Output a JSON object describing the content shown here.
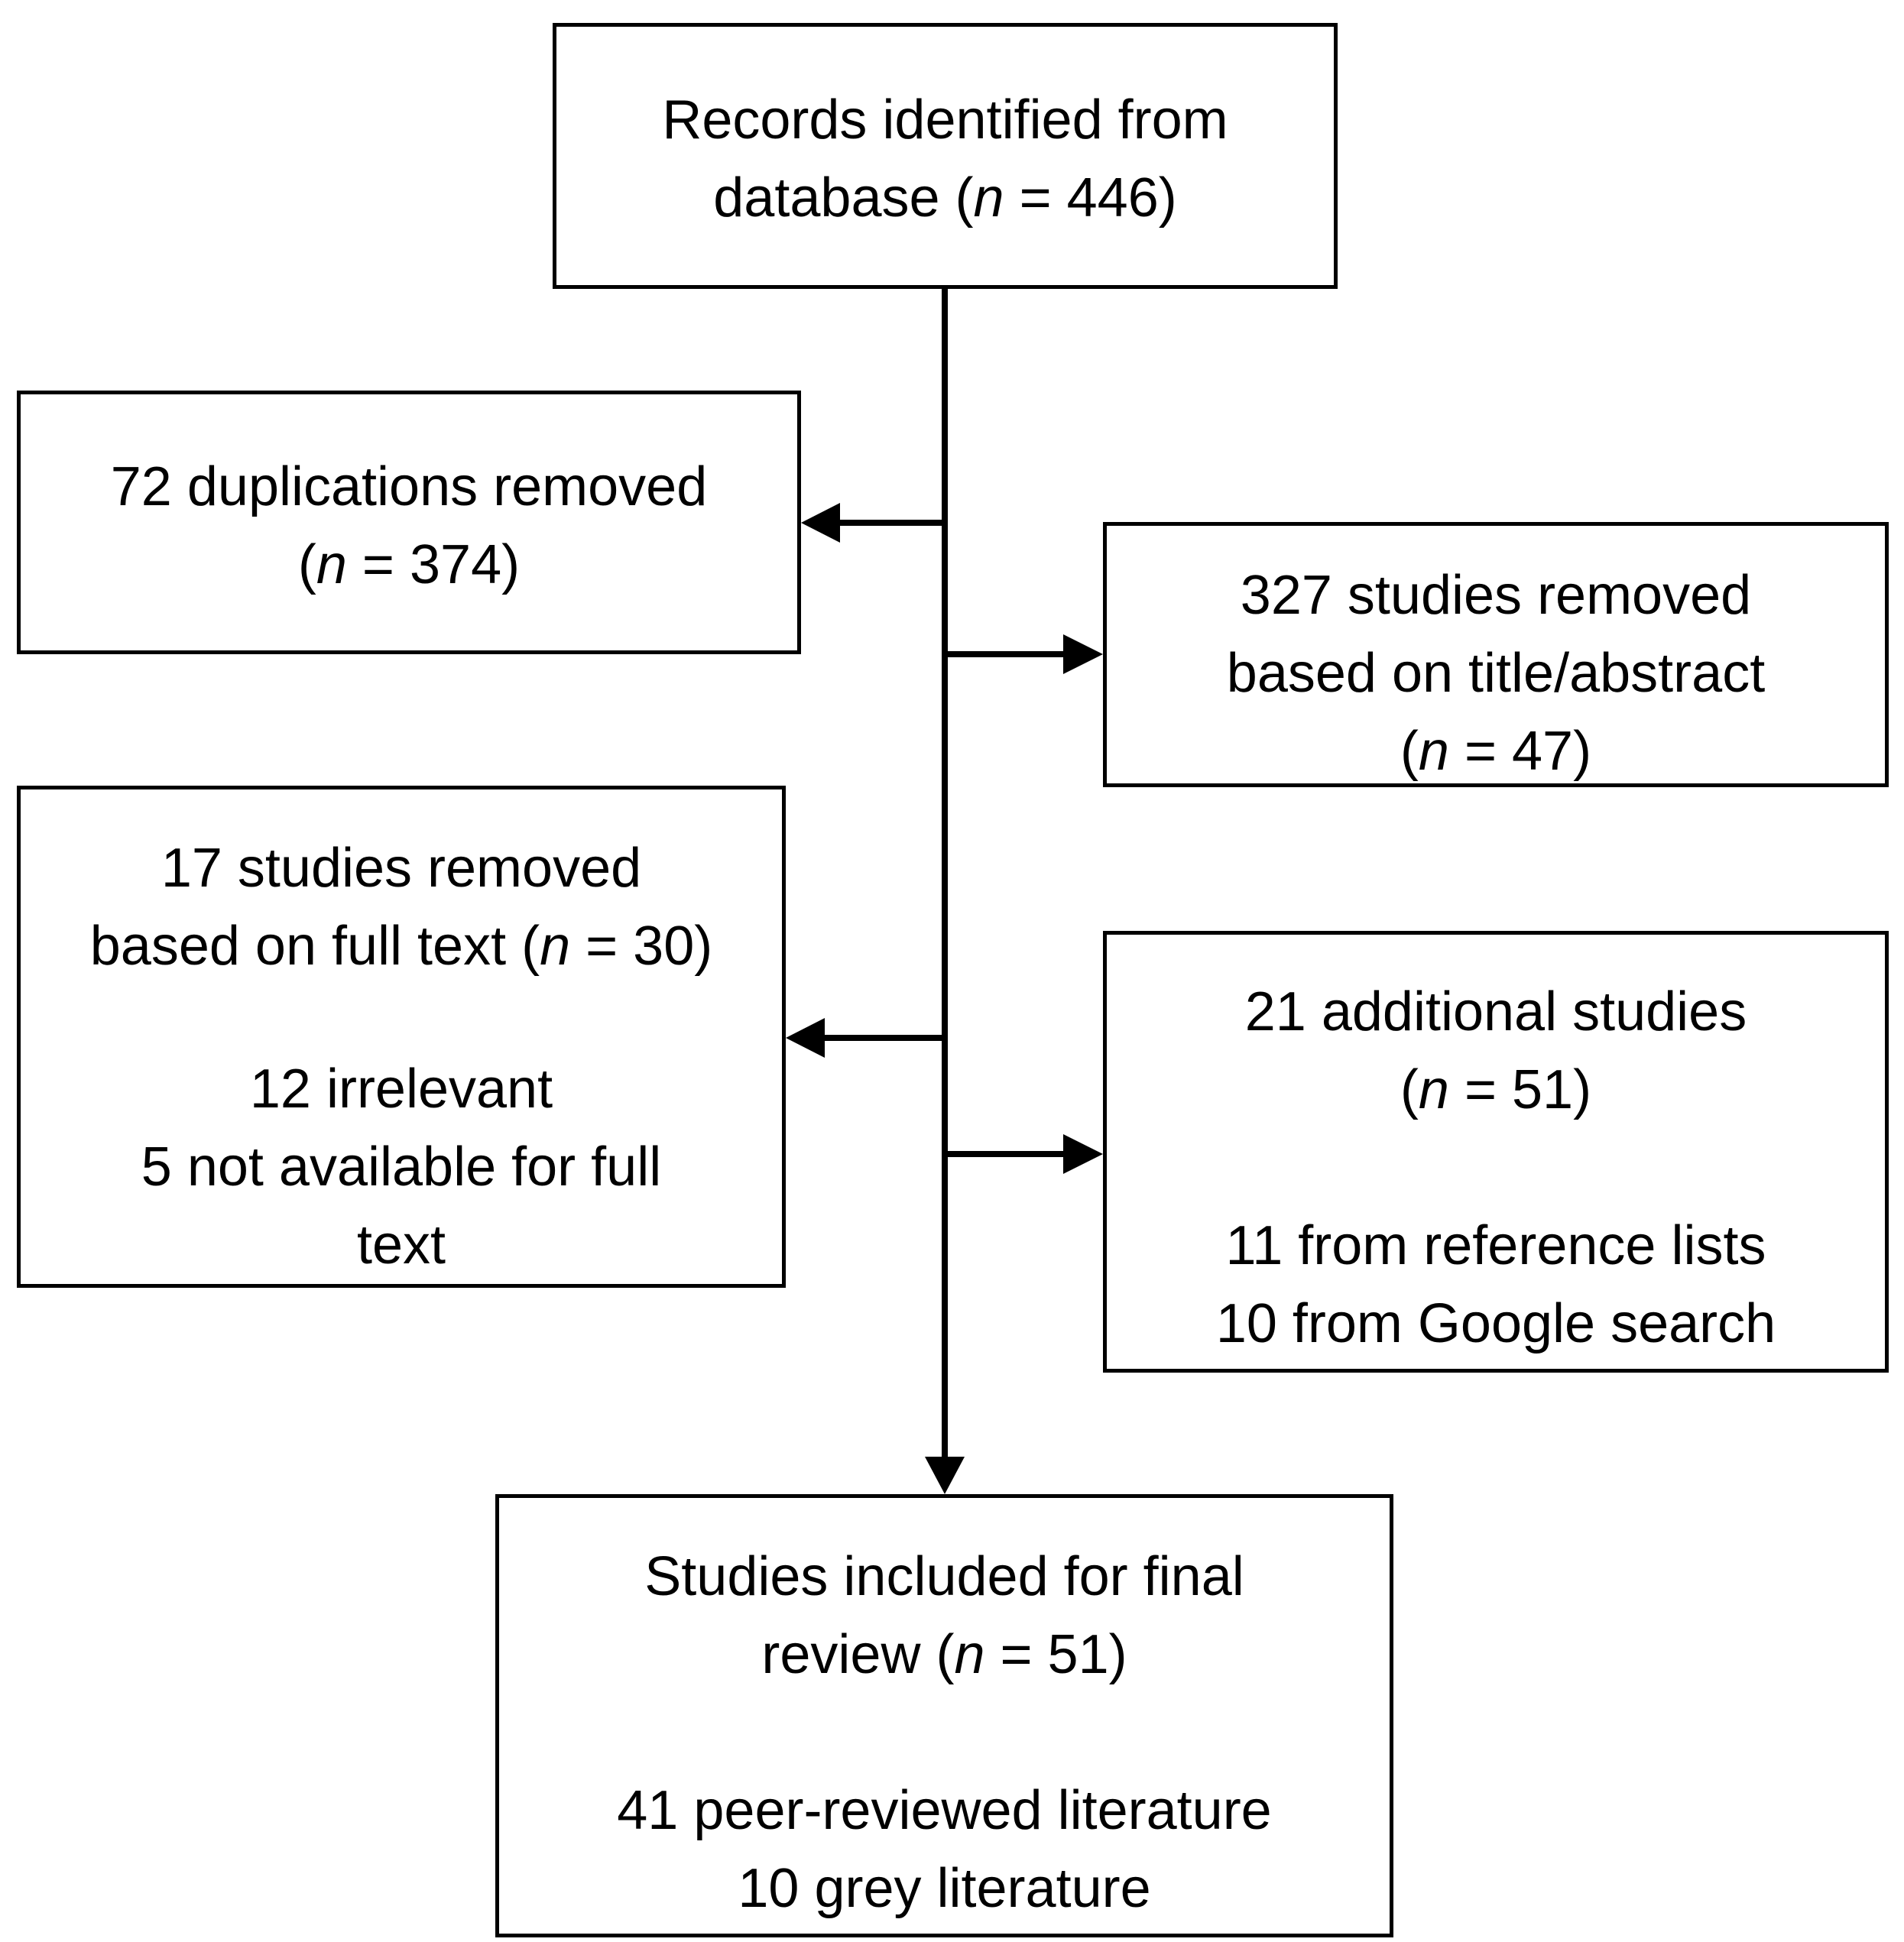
{
  "diagram": {
    "records": {
      "line1": "Records identified from",
      "line2_pre": "database (",
      "n_symbol": "n",
      "line2_post": " = 446)"
    },
    "duplications": {
      "line1": "72 duplications removed",
      "line2_pre": "(",
      "n_symbol": "n",
      "line2_post": " = 374)"
    },
    "title_abstract": {
      "line1": "327 studies removed",
      "line2": "based on title/abstract",
      "line3_pre": "(",
      "n_symbol": "n",
      "line3_post": " = 47)"
    },
    "full_text": {
      "line1": "17 studies removed",
      "line2_pre": "based on full text (",
      "n_symbol": "n",
      "line2_post": " = 30)",
      "detail1": "12 irrelevant",
      "detail2": "5 not available for full",
      "detail3": "text"
    },
    "additional": {
      "line1": "21 additional studies",
      "line2_pre": "(",
      "n_symbol": "n",
      "line2_post": " = 51)",
      "detail1": "11 from reference lists",
      "detail2": "10 from Google search"
    },
    "final": {
      "line1": "Studies included for final",
      "line2_pre": "review (",
      "n_symbol": "n",
      "line2_post": " = 51)",
      "detail1": "41 peer-reviewed literature",
      "detail2": "10 grey literature"
    }
  }
}
